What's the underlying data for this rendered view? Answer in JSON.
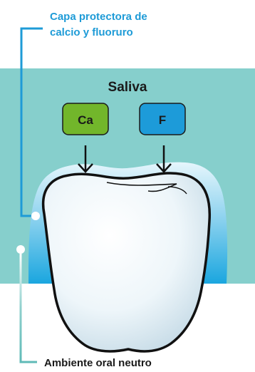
{
  "labels": {
    "top_annotation": [
      "Capa protectora de",
      "calcio y fluoruro"
    ],
    "environment": "Saliva",
    "ion_calcium": "Ca",
    "ion_fluoride": "F",
    "bottom_annotation": "Ambiente oral neutro"
  },
  "colors": {
    "saliva_bg": "#86cfcc",
    "annotation_blue": "#1e9bd7",
    "annotation_teal": "#5fbab7",
    "calcium_box": "#72b62b",
    "fluoride_box": "#1d9bd9",
    "protective_layer": "#1aa6df",
    "tooth_outline": "#111111",
    "text_dark": "#1a1a1a"
  },
  "icons": [
    "arrow-down-icon",
    "tooth-icon",
    "connector-dot-icon"
  ]
}
